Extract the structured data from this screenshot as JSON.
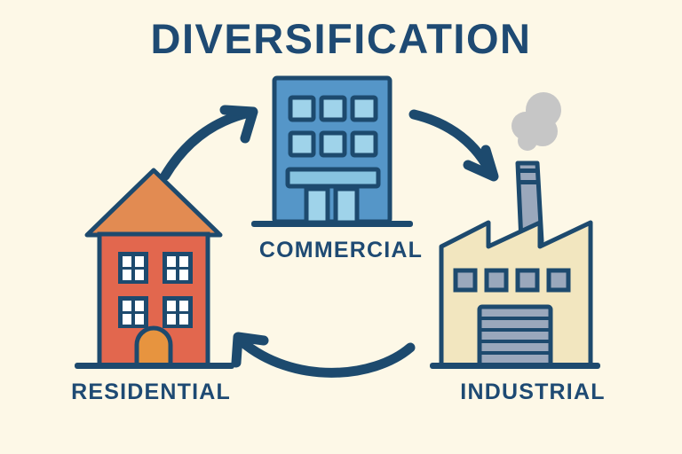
{
  "title": "DIVERSIFICATION",
  "background_color": "#FDF8E7",
  "palette": {
    "navy": "#1E4A73",
    "outline": "#1D4A6E",
    "house_body": "#E2674E",
    "house_roof": "#E28B52",
    "house_door": "#E7943F",
    "window_white": "#FFFFFF",
    "commercial_body": "#5596C8",
    "commercial_window": "#9FD3EA",
    "commercial_band": "#87C4E0",
    "factory_body": "#F2E6BF",
    "factory_window": "#9AA8BC",
    "factory_door": "#9AA8BC",
    "chimney": "#9AA8BC",
    "smoke": "#C6C6C6"
  },
  "nodes": [
    {
      "id": "residential",
      "label": "RESIDENTIAL",
      "icon": "house-icon",
      "windows": 4,
      "window_panes": 4,
      "doors": 1,
      "floors": 2
    },
    {
      "id": "commercial",
      "label": "COMMERCIAL",
      "icon": "office-building-icon",
      "windows": 6,
      "window_rows": 2,
      "window_columns": 3,
      "storefront_panels": 3,
      "awning": true
    },
    {
      "id": "industrial",
      "label": "INDUSTRIAL",
      "icon": "factory-icon",
      "windows": 4,
      "roof_peaks": 2,
      "chimney": true,
      "smoke": true,
      "garage_slats": 5
    }
  ],
  "arrows": [
    {
      "id": "arrow-residential-to-commercial",
      "from": "residential",
      "to": "commercial",
      "direction": "up-right"
    },
    {
      "id": "arrow-commercial-to-industrial",
      "from": "commercial",
      "to": "industrial",
      "direction": "down-right"
    },
    {
      "id": "arrow-industrial-to-residential",
      "from": "industrial",
      "to": "residential",
      "direction": "left"
    }
  ]
}
